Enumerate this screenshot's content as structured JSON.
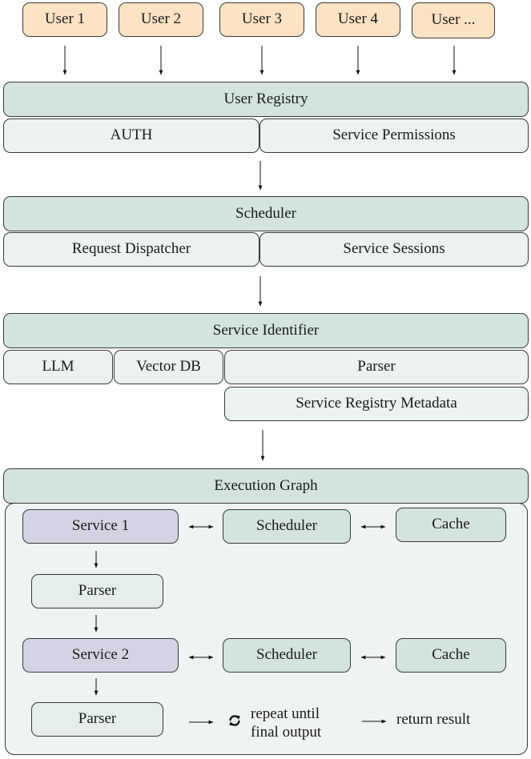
{
  "users": [
    "User 1",
    "User 2",
    "User 3",
    "User 4",
    "User ..."
  ],
  "user_registry": {
    "title": "User Registry",
    "auth": "AUTH",
    "permissions": "Service Permissions"
  },
  "scheduler": {
    "title": "Scheduler",
    "dispatcher": "Request Dispatcher",
    "sessions": "Service Sessions"
  },
  "service_identifier": {
    "title": "Service Identifier",
    "llm": "LLM",
    "vector_db": "Vector DB",
    "parser": "Parser",
    "metadata": "Service Registry Metadata"
  },
  "execution_graph": {
    "title": "Execution Graph",
    "row1": {
      "service": "Service 1",
      "scheduler": "Scheduler",
      "cache": "Cache"
    },
    "parser1": "Parser",
    "row2": {
      "service": "Service 2",
      "scheduler": "Scheduler",
      "cache": "Cache"
    },
    "parser2": "Parser",
    "repeat_line1": "repeat until",
    "repeat_line2": "final output",
    "return_result": "return result"
  },
  "colors": {
    "user": "#fbe3c3",
    "header": "#d3e4dd",
    "sub": "#ecf2ef",
    "service": "#d4d3e3",
    "panel": "#eff3f1"
  },
  "icons": [
    "loop-icon"
  ]
}
